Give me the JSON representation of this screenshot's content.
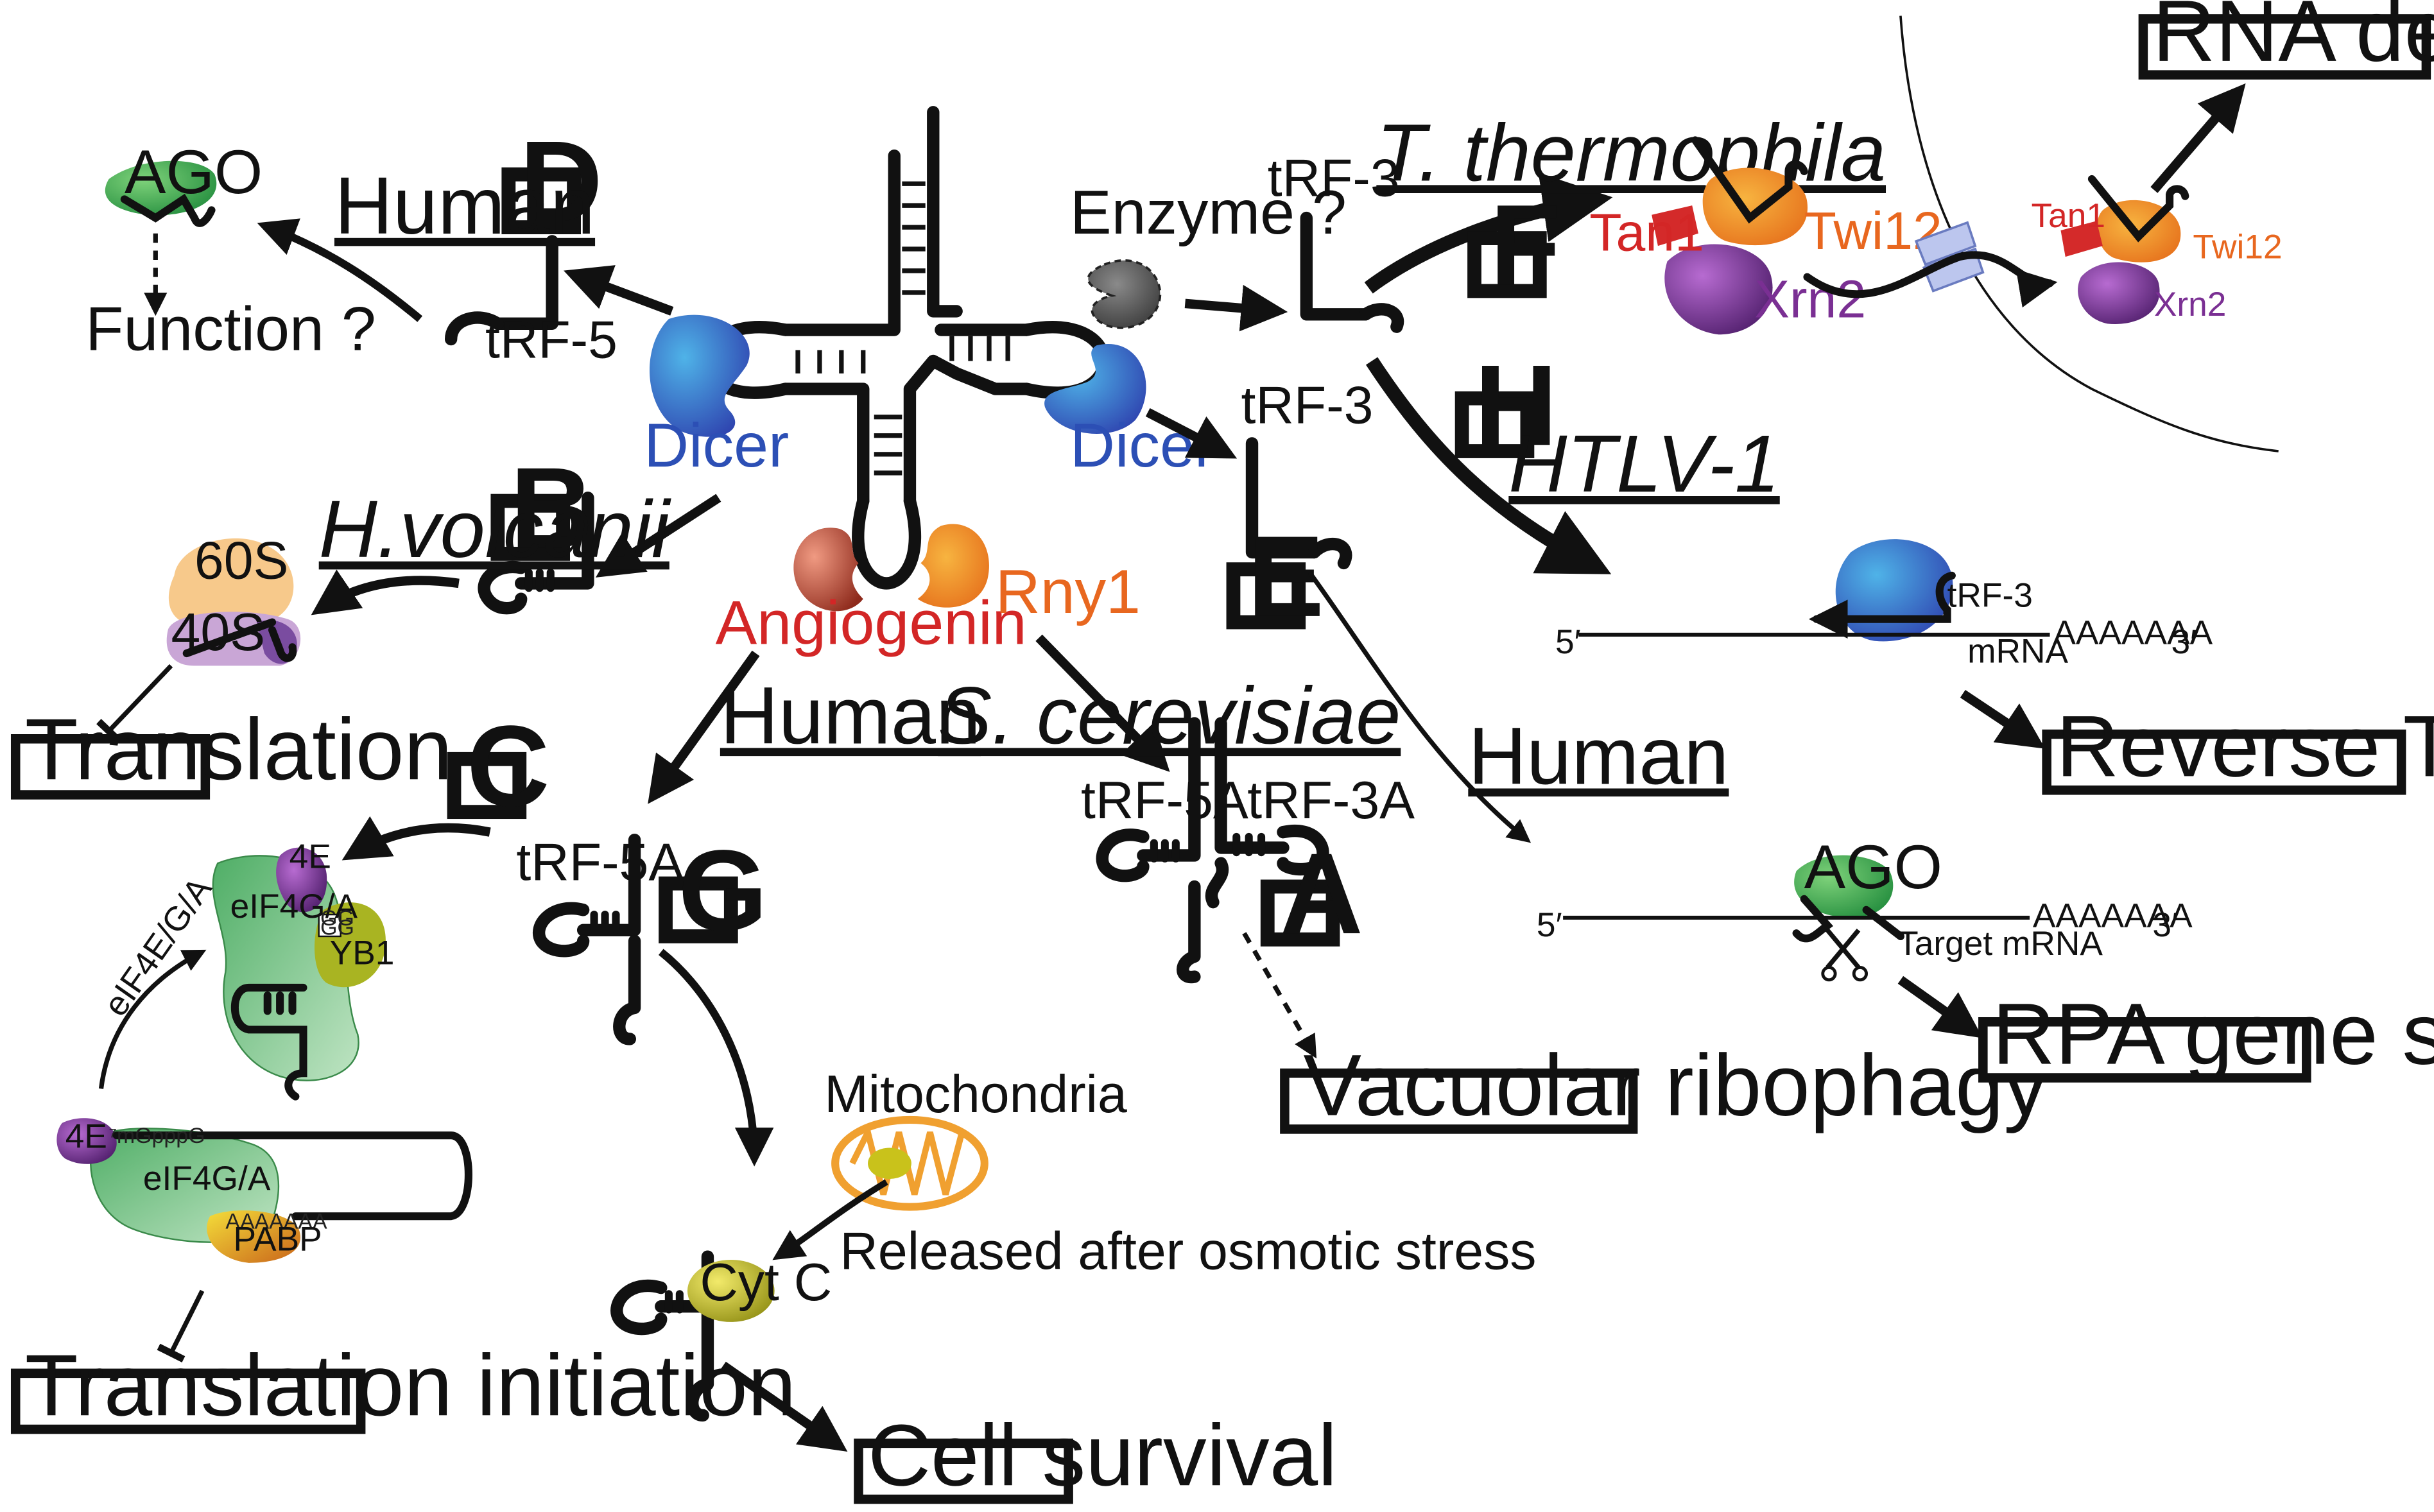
{
  "labels": {
    "ago_top": "AGO",
    "function_q": "Function ?",
    "human_d": "Human",
    "letter_d": "D",
    "trf5": "tRF-5",
    "dicer_left": "Dicer",
    "dicer_right": "Dicer",
    "enzyme_q": "Enzyme ?",
    "trf3_f": "tRF-3",
    "trf3_e": "tRF-3",
    "t_thermophila": "T. thermophila",
    "letter_f": "F",
    "tan1_a": "Tan1",
    "twi12_a": "Twi12",
    "xrn2_a": "Xrn2",
    "tan1_b": "Tan1",
    "twi12_b": "Twi12",
    "xrn2_b": "Xrn2",
    "rna_degradation": "RNA degradation",
    "letter_h": "H",
    "htlv1": "HTLV-1",
    "trf3_h": "tRF-3",
    "five_prime_h": "5′",
    "mrna_h": "mRNA",
    "polya_h": "AAAAAAA",
    "three_prime_h": "3′",
    "reverse_transcription": "Reverse Transcription",
    "letter_b": "B",
    "h_volcanii": "H.volcanii",
    "r60s": "60S",
    "r40s": "40S",
    "translation": "Translation",
    "angiogenin": "Angiogenin",
    "rny1": "Rny1",
    "letter_e": "E",
    "human_e": "Human",
    "ago_e": "AGO",
    "five_prime_e": "5′",
    "polya_e": "AAAAAAA",
    "three_prime_e": "3′",
    "target_mrna": "Target mRNA",
    "rpa_silencing": "RPA gene silencing",
    "letter_c": "C",
    "human_g": "Human",
    "s_cerevisiae": "S. cerevisiae",
    "trf5a_g": "tRF-5A",
    "letter_g": "G",
    "trf5a_a": "tRF-5A",
    "trf3a_a": "tRF-3A",
    "letter_a": "A",
    "vacuolar_ribophagy": "Vacuolar ribophagy",
    "p4e_top": "4E",
    "eif4ga_top": "eIF4G/A",
    "yb1": "YB1",
    "gg_top": "GG",
    "gg_bot": "GG",
    "eif4ega": "eIF4E/G/A",
    "p4e_bot": "4E",
    "mgpppg": "⁷mGpppG",
    "eif4ga_bot": "eIF4G/A",
    "pabp_polya": "AAAAAAA",
    "pabp": "PABP",
    "translation_initiation": "Translation initiation",
    "mitochondria": "Mitochondria",
    "released": "Released after osmotic stress",
    "cytc": "Cyt C",
    "cell_survival": "Cell survival"
  },
  "colors": {
    "ago_green": "#3fa34d",
    "dicer_blue": "#2c6fc9",
    "angiogenin_red": "#c0392b",
    "rny1_orange": "#f39c1f",
    "enzyme_gray": "#555555",
    "tan1_red": "#d42a2a",
    "twi12_orange": "#f2a33a",
    "xrn2_purple": "#7b2d8f",
    "rt_blue": "#2a52a8",
    "ribo60_peach": "#f7c98b",
    "ribo40_lilac": "#c9a6d6",
    "eif_green": "#7fc48a",
    "yb1_olive": "#a9b422",
    "pabp_yellow": "#e8c520",
    "mito_orange": "#f0a030",
    "cytc_yellow": "#c9c21b"
  }
}
